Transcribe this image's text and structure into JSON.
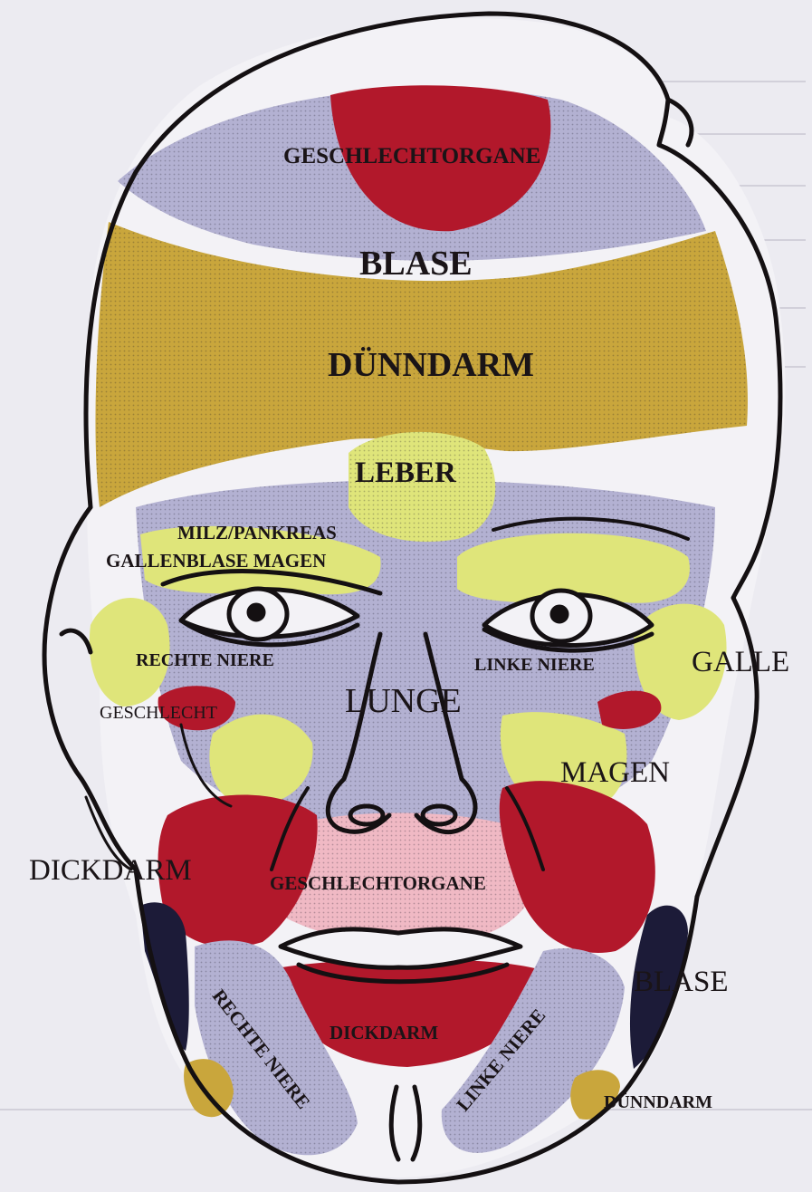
{
  "diagram": {
    "labels": {
      "geschlechtorgane_top": "GESCHLECHTORGANE",
      "blase_top": "BLASE",
      "duenndarm_top": "DÜNNDARM",
      "leber": "LEBER",
      "milz_pankreas": "MILZ/PANKREAS",
      "gallenblase_magen": "GALLENBLASE MAGEN",
      "rechte_niere_eye": "RECHTE NIERE",
      "linke_niere_eye": "LINKE NIERE",
      "galle": "GALLE",
      "lunge": "LUNGE",
      "geschlecht": "GESCHLECHT",
      "magen": "MAGEN",
      "dickdarm_left": "DICKDARM",
      "geschlechtorgane_mouth": "GESCHLECHTORGANE",
      "blase_right": "BLASE",
      "dickdarm_chin": "DICKDARM",
      "rechte_niere_jaw": "RECHTE NIERE",
      "linke_niere_jaw": "LINKE NIERE",
      "duenndarm_right": "DÜNNDARM"
    },
    "colors": {
      "background": "#ecebf1",
      "outline": "#141012",
      "lavender_zone": "#b3b1d2",
      "mustard_zone": "#c9a63c",
      "yellow_zone": "#dfe57a",
      "red_zone": "#b2182b",
      "pink_zone": "#f0b9c4",
      "dark_zone": "#1c1b38"
    }
  }
}
